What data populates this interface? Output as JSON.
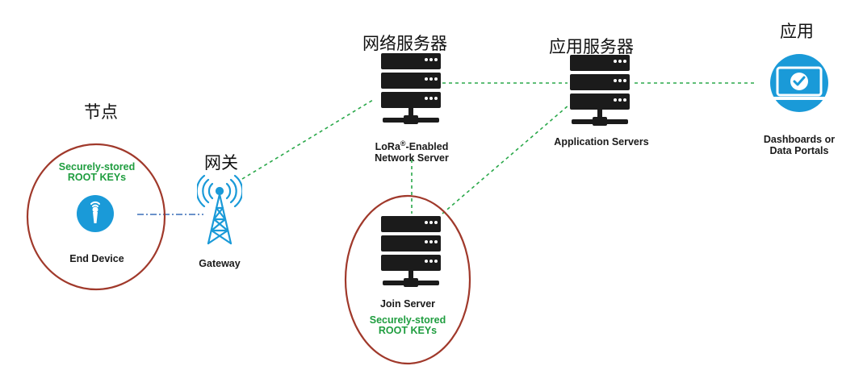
{
  "titles": {
    "network_server_cn": "网络服务器",
    "app_server_cn": "应用服务器",
    "application_cn": "应用",
    "node_cn": "节点",
    "gateway_cn": "网关"
  },
  "labels": {
    "network_server_line1_a": "LoRa",
    "network_server_line1_sup": "®",
    "network_server_line1_b": "-Enabled",
    "network_server_line2": "Network Server",
    "application_servers": "Application Servers",
    "dashboards_line1": "Dashboards or",
    "dashboards_line2": "Data Portals",
    "gateway": "Gateway",
    "end_device": "End Device",
    "join_server": "Join Server"
  },
  "keys": {
    "node_line1": "Securely-stored",
    "node_line2": "ROOT KEYs",
    "join_line1": "Securely-stored",
    "join_line2": "ROOT KEYs"
  },
  "colors": {
    "link_green": "#2aa84a",
    "link_blue": "#3a6fb8",
    "ellipse_red": "#a0392b",
    "icon_blue": "#1a9ad8",
    "server_black": "#1b1b1b",
    "key_green": "#1f9d3f"
  }
}
